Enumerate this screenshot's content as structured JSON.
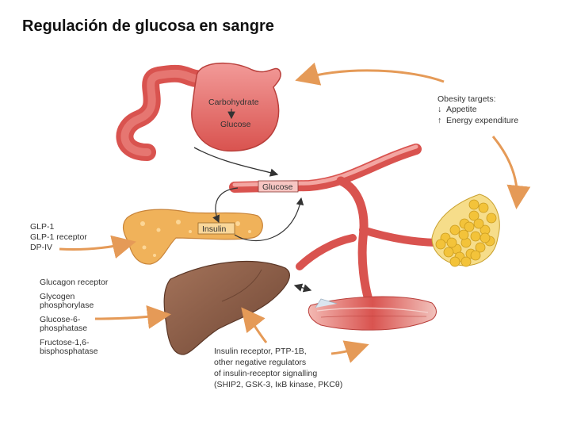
{
  "title": "Regulación de glucosa en sangre",
  "organs": {
    "stomach": {
      "line1": "Carbohydrate",
      "line2": "Glucose"
    },
    "vessel_box": "Glucose",
    "pancreas_box": "Insulin"
  },
  "obesity_targets": {
    "heading": "Obesity targets:",
    "items": [
      {
        "arrow": "↓",
        "text": "Appetite"
      },
      {
        "arrow": "↑",
        "text": "Energy expenditure"
      }
    ]
  },
  "pancreas_targets": [
    "GLP-1",
    "GLP-1 receptor",
    "DP-IV"
  ],
  "liver_targets": [
    "Glucagon receptor",
    "Glycogen",
    "phosphorylase",
    "Glucose-6-",
    "phosphatase",
    "Fructose-1,6-",
    "bisphosphatase"
  ],
  "muscle_targets": [
    "Insulin receptor, PTP-1B,",
    "other negative regulators",
    "of insulin-receptor signalling",
    "(SHIP2, GSK-3, IκB kinase, PKCθ)"
  ],
  "colors": {
    "vessel": "#e46b6b",
    "vessel_dark": "#c94a4a",
    "orange_arrow": "#e59a57",
    "liver": "#8b5e48",
    "pancreas": "#f0b25a",
    "fat": "#f3c33a",
    "muscle": "#d9534f"
  }
}
